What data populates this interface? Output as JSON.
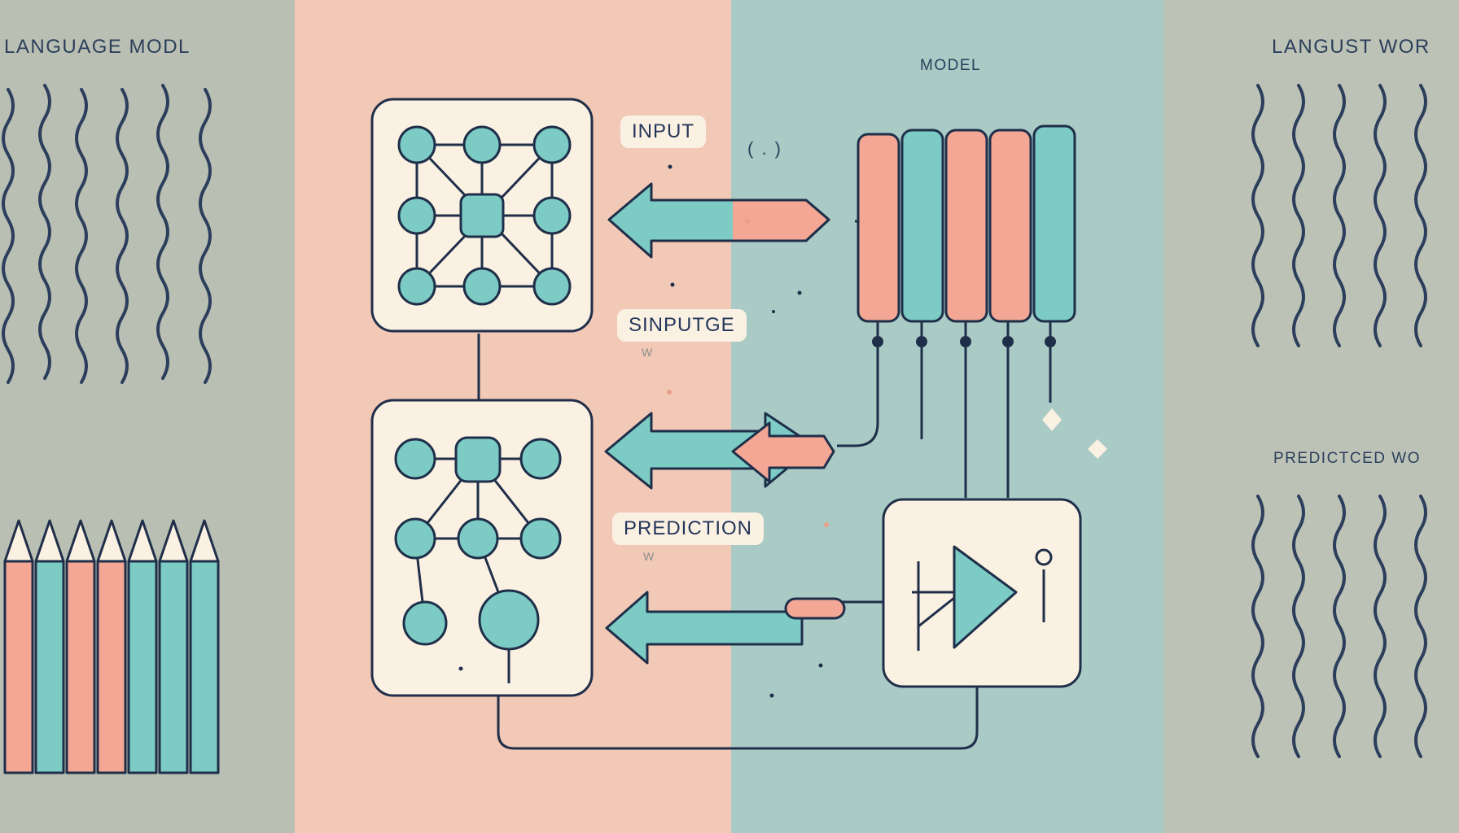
{
  "labels": {
    "left_title": "LANGUAGE MODL",
    "center_title": "MODEL",
    "right_title": "LANGUST WOR",
    "right_subtitle": "PREDICTCED WO",
    "input": "INPUT",
    "input_symbol": "( . )",
    "sinputge": "SINPUTGE",
    "prediction": "PREDICTION",
    "faint_word_1": "W",
    "faint_word_2": "W"
  },
  "colors": {
    "panel_left": "#b9c0b3",
    "panel_mid_left": "#f2c8b6",
    "panel_mid_right": "#a9cac5",
    "panel_right": "#bcc3b6",
    "outline": "#1f2f4a",
    "teal": "#7ccbc4",
    "salmon": "#f4a795",
    "cream": "#fbf1e2"
  },
  "icons": {
    "network_top": "neural-network-icon",
    "network_bottom": "neural-network-icon",
    "output_box": "play-triangle-icon",
    "pencils": "pencil-set-icon",
    "token_bars": "token-column-bars"
  }
}
